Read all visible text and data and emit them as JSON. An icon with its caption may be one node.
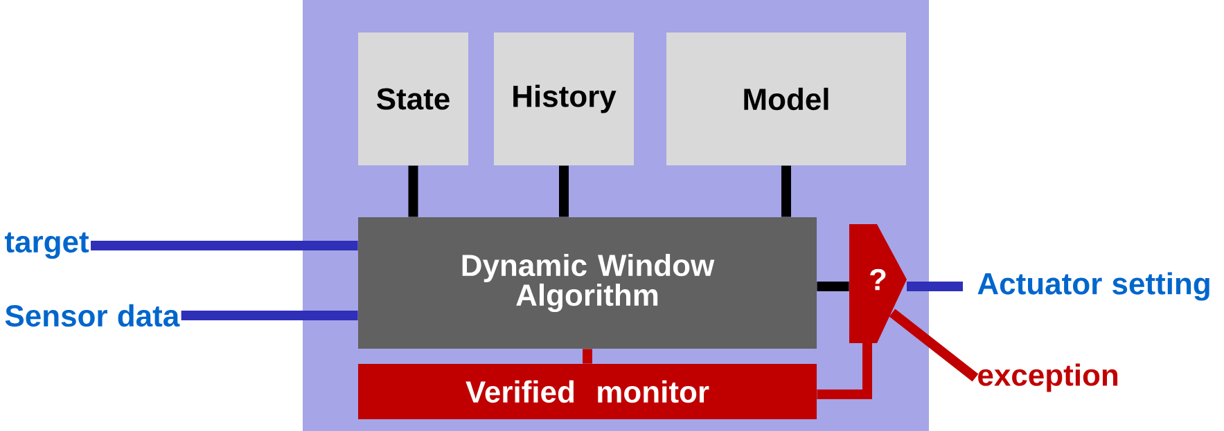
{
  "diagram": {
    "nodes": [
      {
        "text": [],
        "shape": "box"
      },
      {
        "text": [
          "State"
        ],
        "in": 0
      },
      {
        "text": [
          "History"
        ],
        "in": 0
      },
      {
        "text": [
          "Model"
        ],
        "in": 0
      },
      {
        "text": [
          "Dynamic Window Algorithm"
        ],
        "in": 0
      },
      {
        "text": [
          "Verified monitor"
        ],
        "in": 0
      },
      {
        "text": [
          "?"
        ],
        "in": 0
      },
      {
        "text": [
          "target"
        ]
      },
      {
        "text": [
          "Sensor data"
        ]
      },
      {
        "text": [
          "Actuator setting"
        ]
      },
      {
        "text": [
          "exception"
        ]
      }
    ],
    "edges": [
      {
        "from": 7,
        "to": 4,
        "arrow": "none",
        "color": "#2f2fb8"
      },
      {
        "from": 8,
        "to": 4,
        "arrow": "none",
        "color": "#2f2fb8"
      },
      {
        "from": 1,
        "to": 4,
        "arrow": "none"
      },
      {
        "from": 2,
        "to": 4,
        "arrow": "none"
      },
      {
        "from": 3,
        "to": 4,
        "arrow": "none"
      },
      {
        "from": 4,
        "to": 6,
        "arrow": "none"
      },
      {
        "from": 6,
        "to": 9,
        "arrow": "none",
        "color": "#2f2fb8"
      },
      {
        "from": 6,
        "to": 10,
        "arrow": "none",
        "color": "#c00000"
      },
      {
        "from": 4,
        "to": 5,
        "arrow": "none",
        "color": "#c00000"
      },
      {
        "from": 5,
        "to": 6,
        "arrow": "none",
        "color": "#c00000"
      }
    ]
  }
}
